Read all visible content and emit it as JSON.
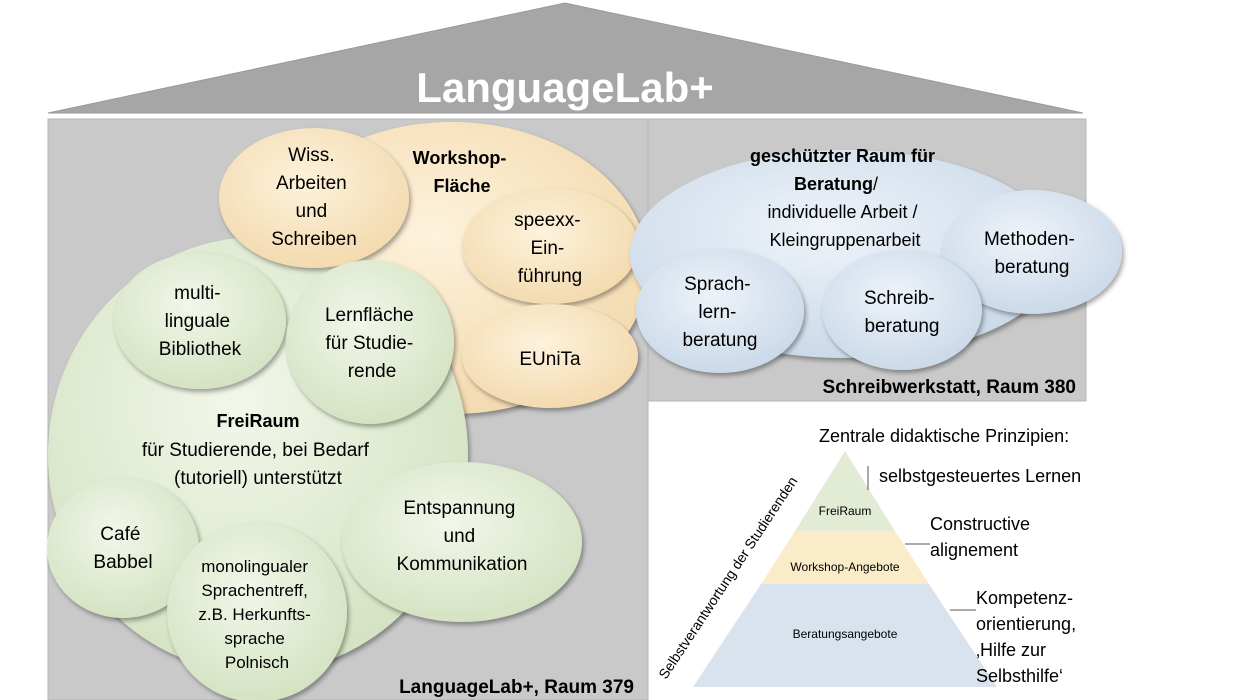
{
  "roof": {
    "title": "LanguageLab+"
  },
  "left_room": {
    "caption": "LanguageLab+, Raum 379"
  },
  "right_room": {
    "caption": "Schreibwerkstatt, Raum 380"
  },
  "workshop": {
    "title": [
      "Workshop-",
      "Fläche"
    ],
    "items": {
      "wiss": [
        "Wiss.",
        "Arbeiten",
        "und",
        "Schreiben"
      ],
      "speexx": [
        "speexx-",
        "Ein-",
        "führung"
      ],
      "eunita": [
        "EUniTa"
      ]
    }
  },
  "freiraum": {
    "title": "FreiRaum",
    "subtitle": [
      "für Studierende, bei Bedarf",
      "(tutoriell) unterstützt"
    ],
    "items": {
      "bibliothek": [
        "multi-",
        "linguale",
        "Bibliothek"
      ],
      "lernflaeche": [
        "Lernfläche",
        "für Studie-",
        "rende"
      ],
      "cafe": [
        "Café",
        "Babbel"
      ],
      "sprachentreff": [
        "monolingualer",
        "Sprachentreff,",
        "z.B. Herkunfts-",
        "sprache",
        "Polnisch"
      ],
      "entspannung": [
        "Entspannung",
        "und",
        "Kommunikation"
      ]
    }
  },
  "beratung": {
    "title_bold": "geschützter Raum für",
    "title_bold2": "Beratung",
    "title_slash": "/",
    "lines": [
      "individuelle Arbeit /",
      "Kleingruppenarbeit"
    ],
    "items": {
      "sprachlern": [
        "Sprach-",
        "lern-",
        "beratung"
      ],
      "schreib": [
        "Schreib-",
        "beratung"
      ],
      "methoden": [
        "Methoden-",
        "beratung"
      ]
    }
  },
  "pyramid": {
    "heading": "Zentrale didaktische Prinzipien:",
    "side_label": "Selbstverantwortung der Studierenden",
    "levels": [
      "FreiRaum",
      "Workshop-Angebote",
      "Beratungsangebote"
    ],
    "principles": {
      "p1": [
        "selbstgesteuertes Lernen"
      ],
      "p2": [
        "Constructive",
        "alignement"
      ],
      "p3": [
        "Kompetenz-",
        "orientierung,",
        "‚Hilfe zur",
        "Selbsthilfe‘"
      ]
    }
  },
  "colors": {
    "roof": "#a6a6a6",
    "wall": "#c9c9c9",
    "green": "#dde8cf",
    "yellow": "#f8e3bf",
    "blue": "#d6e2ee",
    "pyr_top": "#e2ecd5",
    "pyr_mid": "#faecc8",
    "pyr_bot": "#d9e3ee"
  }
}
